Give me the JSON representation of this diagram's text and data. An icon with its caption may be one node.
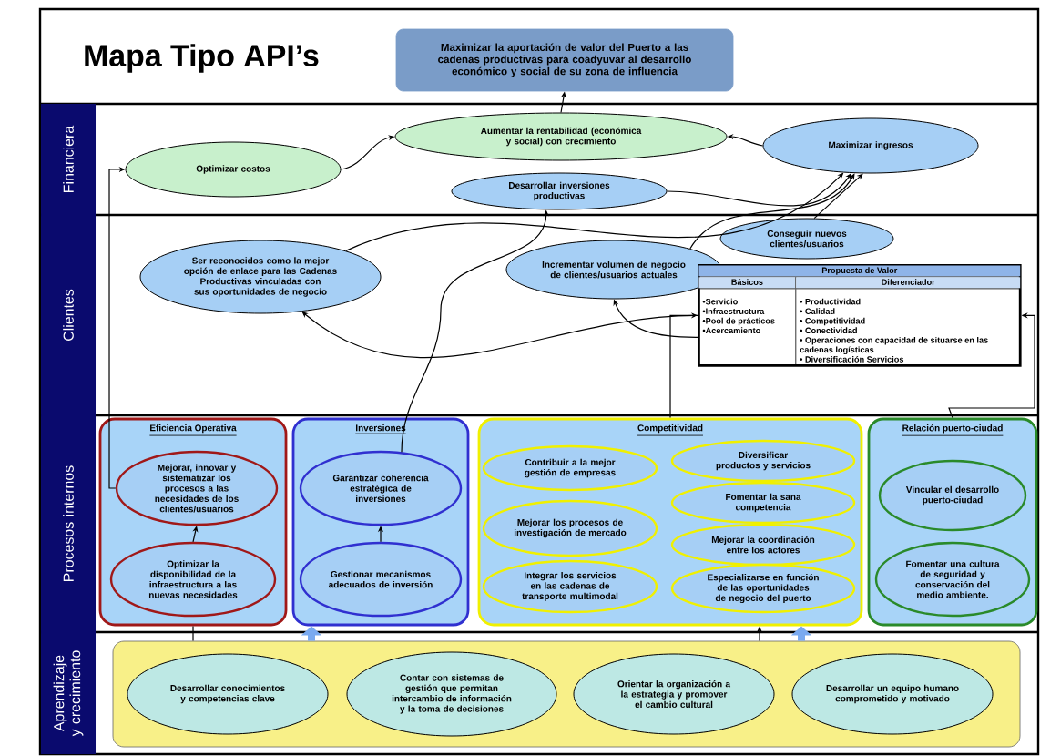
{
  "diagram": {
    "title": "Mapa Tipo API’s",
    "nodes": [
      {
        "text": [
          "Maximizar la aportación de valor del Puerto a las cadenas productivas para coadyuvar al desarrollo económico y social de su zona de influencia"
        ]
      },
      {
        "text": [
          "Optimizar costos"
        ]
      },
      {
        "text": [
          "Aumentar la rentabilidad (económica y social) con crecimiento"
        ]
      },
      {
        "text": [
          "Maximizar ingresos"
        ]
      },
      {
        "text": [
          "Desarrollar inversiones productivas"
        ]
      },
      {
        "text": [
          "Ser reconocidos como la mejor opción de enlace para las Cadenas Productivas vinculadas con sus oportunidades de negocio"
        ]
      },
      {
        "text": [
          "Incrementar volumen de negocio de clientes/usuarios actuales"
        ]
      },
      {
        "text": [
          "Conseguir nuevos clientes/usuarios"
        ]
      },
      {
        "text": [
          "Propuesta de Valor",
          "Básicos",
          "Diferenciador",
          "•Servicio",
          "•Infraestructura",
          "•Pool de prácticos",
          "•Acercamiento",
          "• Productividad",
          "• Calidad",
          "• Competitividad",
          "• Conectividad",
          "• Operaciones con capacidad de situarse en las cadenas logísticas",
          "• Diversificación Servicios"
        ]
      },
      {
        "text": [
          "Eficiencia Operativa"
        ]
      },
      {
        "text": [
          "Mejorar, innovar y sistematizar los procesos a las necesidades de los clientes/usuarios"
        ],
        "in": 9
      },
      {
        "text": [
          "Optimizar la disponibilidad de la infraestructura a las nuevas necesidades"
        ],
        "in": 9
      },
      {
        "text": [
          "Inversiones"
        ]
      },
      {
        "text": [
          "Garantizar coherencia estratégica de inversiones"
        ],
        "in": 12
      },
      {
        "text": [
          "Gestionar mecanismos adecuados de inversión"
        ],
        "in": 12
      },
      {
        "text": [
          "Competitividad"
        ]
      },
      {
        "text": [
          "Contribuir a la mejor gestión de empresas"
        ],
        "in": 15
      },
      {
        "text": [
          "Diversificar productos y servicios"
        ],
        "in": 15
      },
      {
        "text": [
          "Fomentar la sana competencia"
        ],
        "in": 15
      },
      {
        "text": [
          "Mejorar los procesos de investigación de mercado"
        ],
        "in": 15
      },
      {
        "text": [
          "Mejorar la coordinación entre los actores"
        ],
        "in": 15
      },
      {
        "text": [
          "Integrar los servicios en las cadenas de transporte multimodal"
        ],
        "in": 15
      },
      {
        "text": [
          "Especializarse en función de las oportunidades de negocio del puerto"
        ],
        "in": 15
      },
      {
        "text": [
          "Relación puerto-ciudad"
        ]
      },
      {
        "text": [
          "Vincular el desarrollo puerto-ciudad"
        ],
        "in": 23
      },
      {
        "text": [
          "Fomentar una cultura de seguridad y conservación del medio ambiente."
        ],
        "in": 23
      },
      {
        "text": [],
        "shape": "box"
      },
      {
        "text": [
          "Desarrollar conocimientos y competencias clave"
        ],
        "in": 26
      },
      {
        "text": [
          "Contar con sistemas de gestión que permitan intercambio de información y la toma de decisiones"
        ],
        "in": 26
      },
      {
        "text": [
          "Orientar la organización a la estrategia y promover el cambio cultural"
        ],
        "in": 26
      },
      {
        "text": [
          "Desarrollar un equipo humano comprometido y motivado"
        ],
        "in": 26
      }
    ],
    "edges": [
      {
        "from": 2,
        "to": 0,
        "arrow": "to"
      },
      {
        "from": 1,
        "to": 2,
        "arrow": "to"
      },
      {
        "from": 3,
        "to": 2,
        "arrow": "to"
      },
      {
        "from": 4,
        "to": 3,
        "arrow": "to"
      },
      {
        "from": 6,
        "to": 3,
        "arrow": "to"
      },
      {
        "from": 5,
        "to": 3,
        "arrow": "to"
      },
      {
        "from": 7,
        "to": 3,
        "arrow": "to"
      },
      {
        "from": 8,
        "to": 5,
        "arrow": "to"
      },
      {
        "from": 8,
        "to": 6,
        "arrow": "to"
      },
      {
        "from": 13,
        "to": 4,
        "arrow": "to"
      },
      {
        "from": 10,
        "to": 1,
        "arrow": "to"
      },
      {
        "from": 11,
        "to": 10,
        "arrow": "to"
      },
      {
        "from": 14,
        "to": 13,
        "arrow": "to"
      },
      {
        "from": 15,
        "to": 8,
        "arrow": "to"
      },
      {
        "from": 23,
        "to": 8,
        "arrow": "to"
      },
      {
        "from": 26,
        "to": 9,
        "arrow": "none"
      },
      {
        "from": 26,
        "to": 12,
        "arrow": "to",
        "style": "thick",
        "color": "#7aaaf0"
      },
      {
        "from": 26,
        "to": 15,
        "arrow": "to"
      },
      {
        "from": 26,
        "to": 15,
        "arrow": "to",
        "style": "thick",
        "color": "#7aaaf0"
      }
    ],
    "labels": [
      "Financiera",
      "Clientes",
      "Procesos internos",
      "Aprendizaje y crecimiento"
    ]
  }
}
